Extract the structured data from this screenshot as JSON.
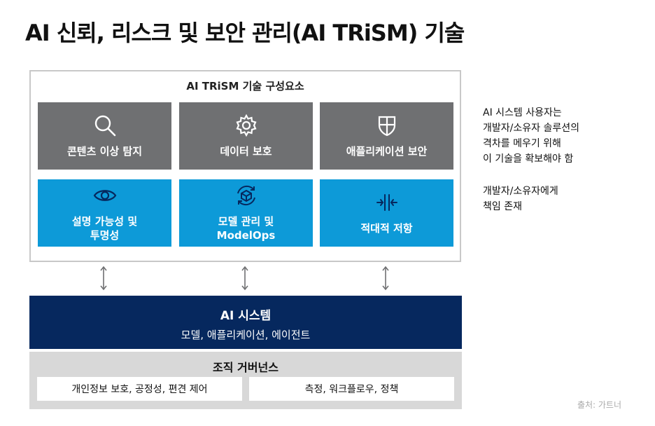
{
  "title": "AI 신뢰, 리스크 및 보안 관리(AI TRiSM) 기술",
  "components": {
    "heading": "AI TRiSM 기술 구성요소",
    "tiles": [
      {
        "label": "콘텐츠 이상 탐지",
        "icon": "magnifier-icon",
        "color": "#6f7072"
      },
      {
        "label": "데이터 보호",
        "icon": "gear-icon",
        "color": "#6f7072"
      },
      {
        "label": "애플리케이션 보안",
        "icon": "shield-icon",
        "color": "#6f7072"
      },
      {
        "label": "설명 가능성 및\n투명성",
        "icon": "eye-icon",
        "color": "#0d9ad8"
      },
      {
        "label": "모델 관리 및\nModelOps",
        "icon": "cube-cycle-icon",
        "color": "#0d9ad8"
      },
      {
        "label": "적대적 저항",
        "icon": "resistance-icon",
        "color": "#0d9ad8"
      }
    ]
  },
  "ai_system": {
    "heading": "AI 시스템",
    "sub": "모델, 애플리케이션, 에이전트",
    "color": "#06285e"
  },
  "governance": {
    "heading": "조직 거버넌스",
    "left": "개인정보 보호, 공정성, 편견 제어",
    "right": "측정, 워크플로우, 정책"
  },
  "side_notes": {
    "note1": "AI 시스템 사용자는\n개발자/소유자 솔루션의\n격차를 메우기 위해\n이 기술을 확보해야 함",
    "note2": "개발자/소유자에게\n책임 존재"
  },
  "source": "출처: 가트너"
}
